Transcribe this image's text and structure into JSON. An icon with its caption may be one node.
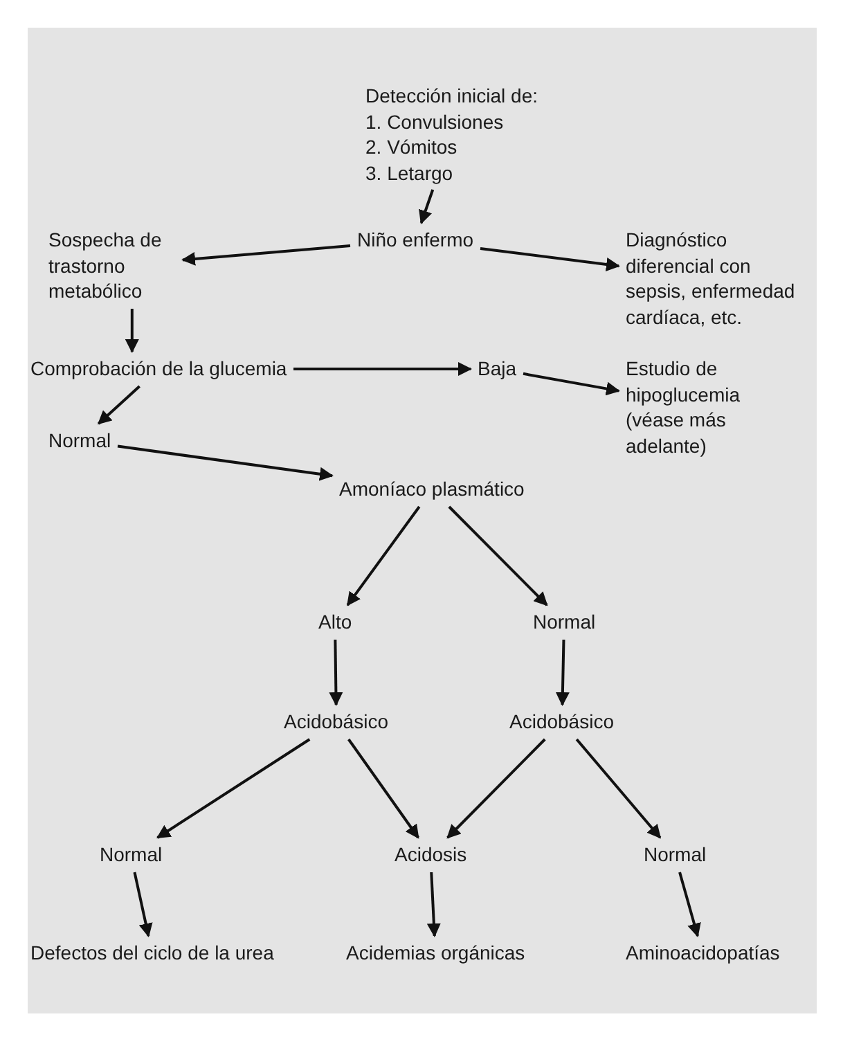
{
  "diagram": {
    "nodes": [
      {
        "text": [
          "Detección inicial de:",
          "1. Convulsiones",
          "2. Vómitos",
          "3. Letargo"
        ]
      },
      {
        "text": [
          "Niño enfermo"
        ]
      },
      {
        "text": [
          "Sospecha de trastorno metabólico"
        ]
      },
      {
        "text": [
          "Diagnóstico diferencial con sepsis, enfermedad cardíaca, etc."
        ]
      },
      {
        "text": [
          "Comprobación de la glucemia"
        ]
      },
      {
        "text": [
          "Baja"
        ]
      },
      {
        "text": [
          "Estudio de hipoglucemia (véase más adelante)"
        ]
      },
      {
        "text": [
          "Normal"
        ]
      },
      {
        "text": [
          "Amoníaco plasmático"
        ]
      },
      {
        "text": [
          "Alto"
        ]
      },
      {
        "text": [
          "Normal"
        ]
      },
      {
        "text": [
          "Acidobásico"
        ]
      },
      {
        "text": [
          "Acidobásico"
        ]
      },
      {
        "text": [
          "Normal"
        ]
      },
      {
        "text": [
          "Acidosis"
        ]
      },
      {
        "text": [
          "Normal"
        ]
      },
      {
        "text": [
          "Defectos del ciclo de la urea"
        ]
      },
      {
        "text": [
          "Acidemias orgánicas"
        ]
      },
      {
        "text": [
          "Aminoacidopatías"
        ]
      }
    ],
    "edges": [
      {
        "from": 0,
        "to": 1,
        "arrow": "to"
      },
      {
        "from": 1,
        "to": 2,
        "arrow": "to"
      },
      {
        "from": 1,
        "to": 3,
        "arrow": "to"
      },
      {
        "from": 2,
        "to": 4,
        "arrow": "to"
      },
      {
        "from": 4,
        "to": 5,
        "arrow": "to"
      },
      {
        "from": 5,
        "to": 6,
        "arrow": "to"
      },
      {
        "from": 4,
        "to": 7,
        "arrow": "to"
      },
      {
        "from": 7,
        "to": 8,
        "arrow": "to"
      },
      {
        "from": 8,
        "to": 9,
        "arrow": "to"
      },
      {
        "from": 8,
        "to": 10,
        "arrow": "to"
      },
      {
        "from": 9,
        "to": 11,
        "arrow": "to"
      },
      {
        "from": 10,
        "to": 12,
        "arrow": "to"
      },
      {
        "from": 11,
        "to": 13,
        "arrow": "to"
      },
      {
        "from": 11,
        "to": 14,
        "arrow": "to"
      },
      {
        "from": 12,
        "to": 14,
        "arrow": "to"
      },
      {
        "from": 12,
        "to": 15,
        "arrow": "to"
      },
      {
        "from": 13,
        "to": 16,
        "arrow": "to"
      },
      {
        "from": 14,
        "to": 17,
        "arrow": "to"
      },
      {
        "from": 15,
        "to": 18,
        "arrow": "to"
      }
    ]
  }
}
